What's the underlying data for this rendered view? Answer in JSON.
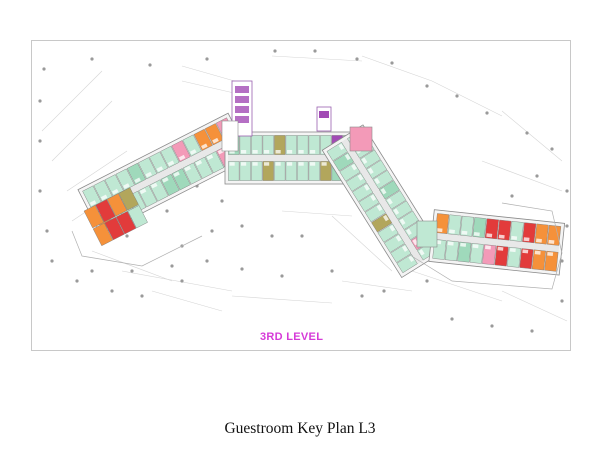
{
  "caption": "Guestroom Key Plan L3",
  "level_label": "3RD LEVEL",
  "colors": {
    "room_green": "#bfe8d3",
    "room_green_dark": "#9fd9bb",
    "room_olive": "#b2a65c",
    "room_orange": "#f5913a",
    "room_red": "#e23b3b",
    "room_pink": "#f39ab8",
    "room_purple": "#a24bb5",
    "corridor": "#e8e8e8",
    "level_label": "#d63bd8"
  },
  "wings": [
    {
      "id": "west-wing",
      "rooms": 26
    },
    {
      "id": "center-wing",
      "rooms": 18
    },
    {
      "id": "diagonal-wing",
      "rooms": 22
    },
    {
      "id": "east-wing",
      "rooms": 24
    }
  ]
}
